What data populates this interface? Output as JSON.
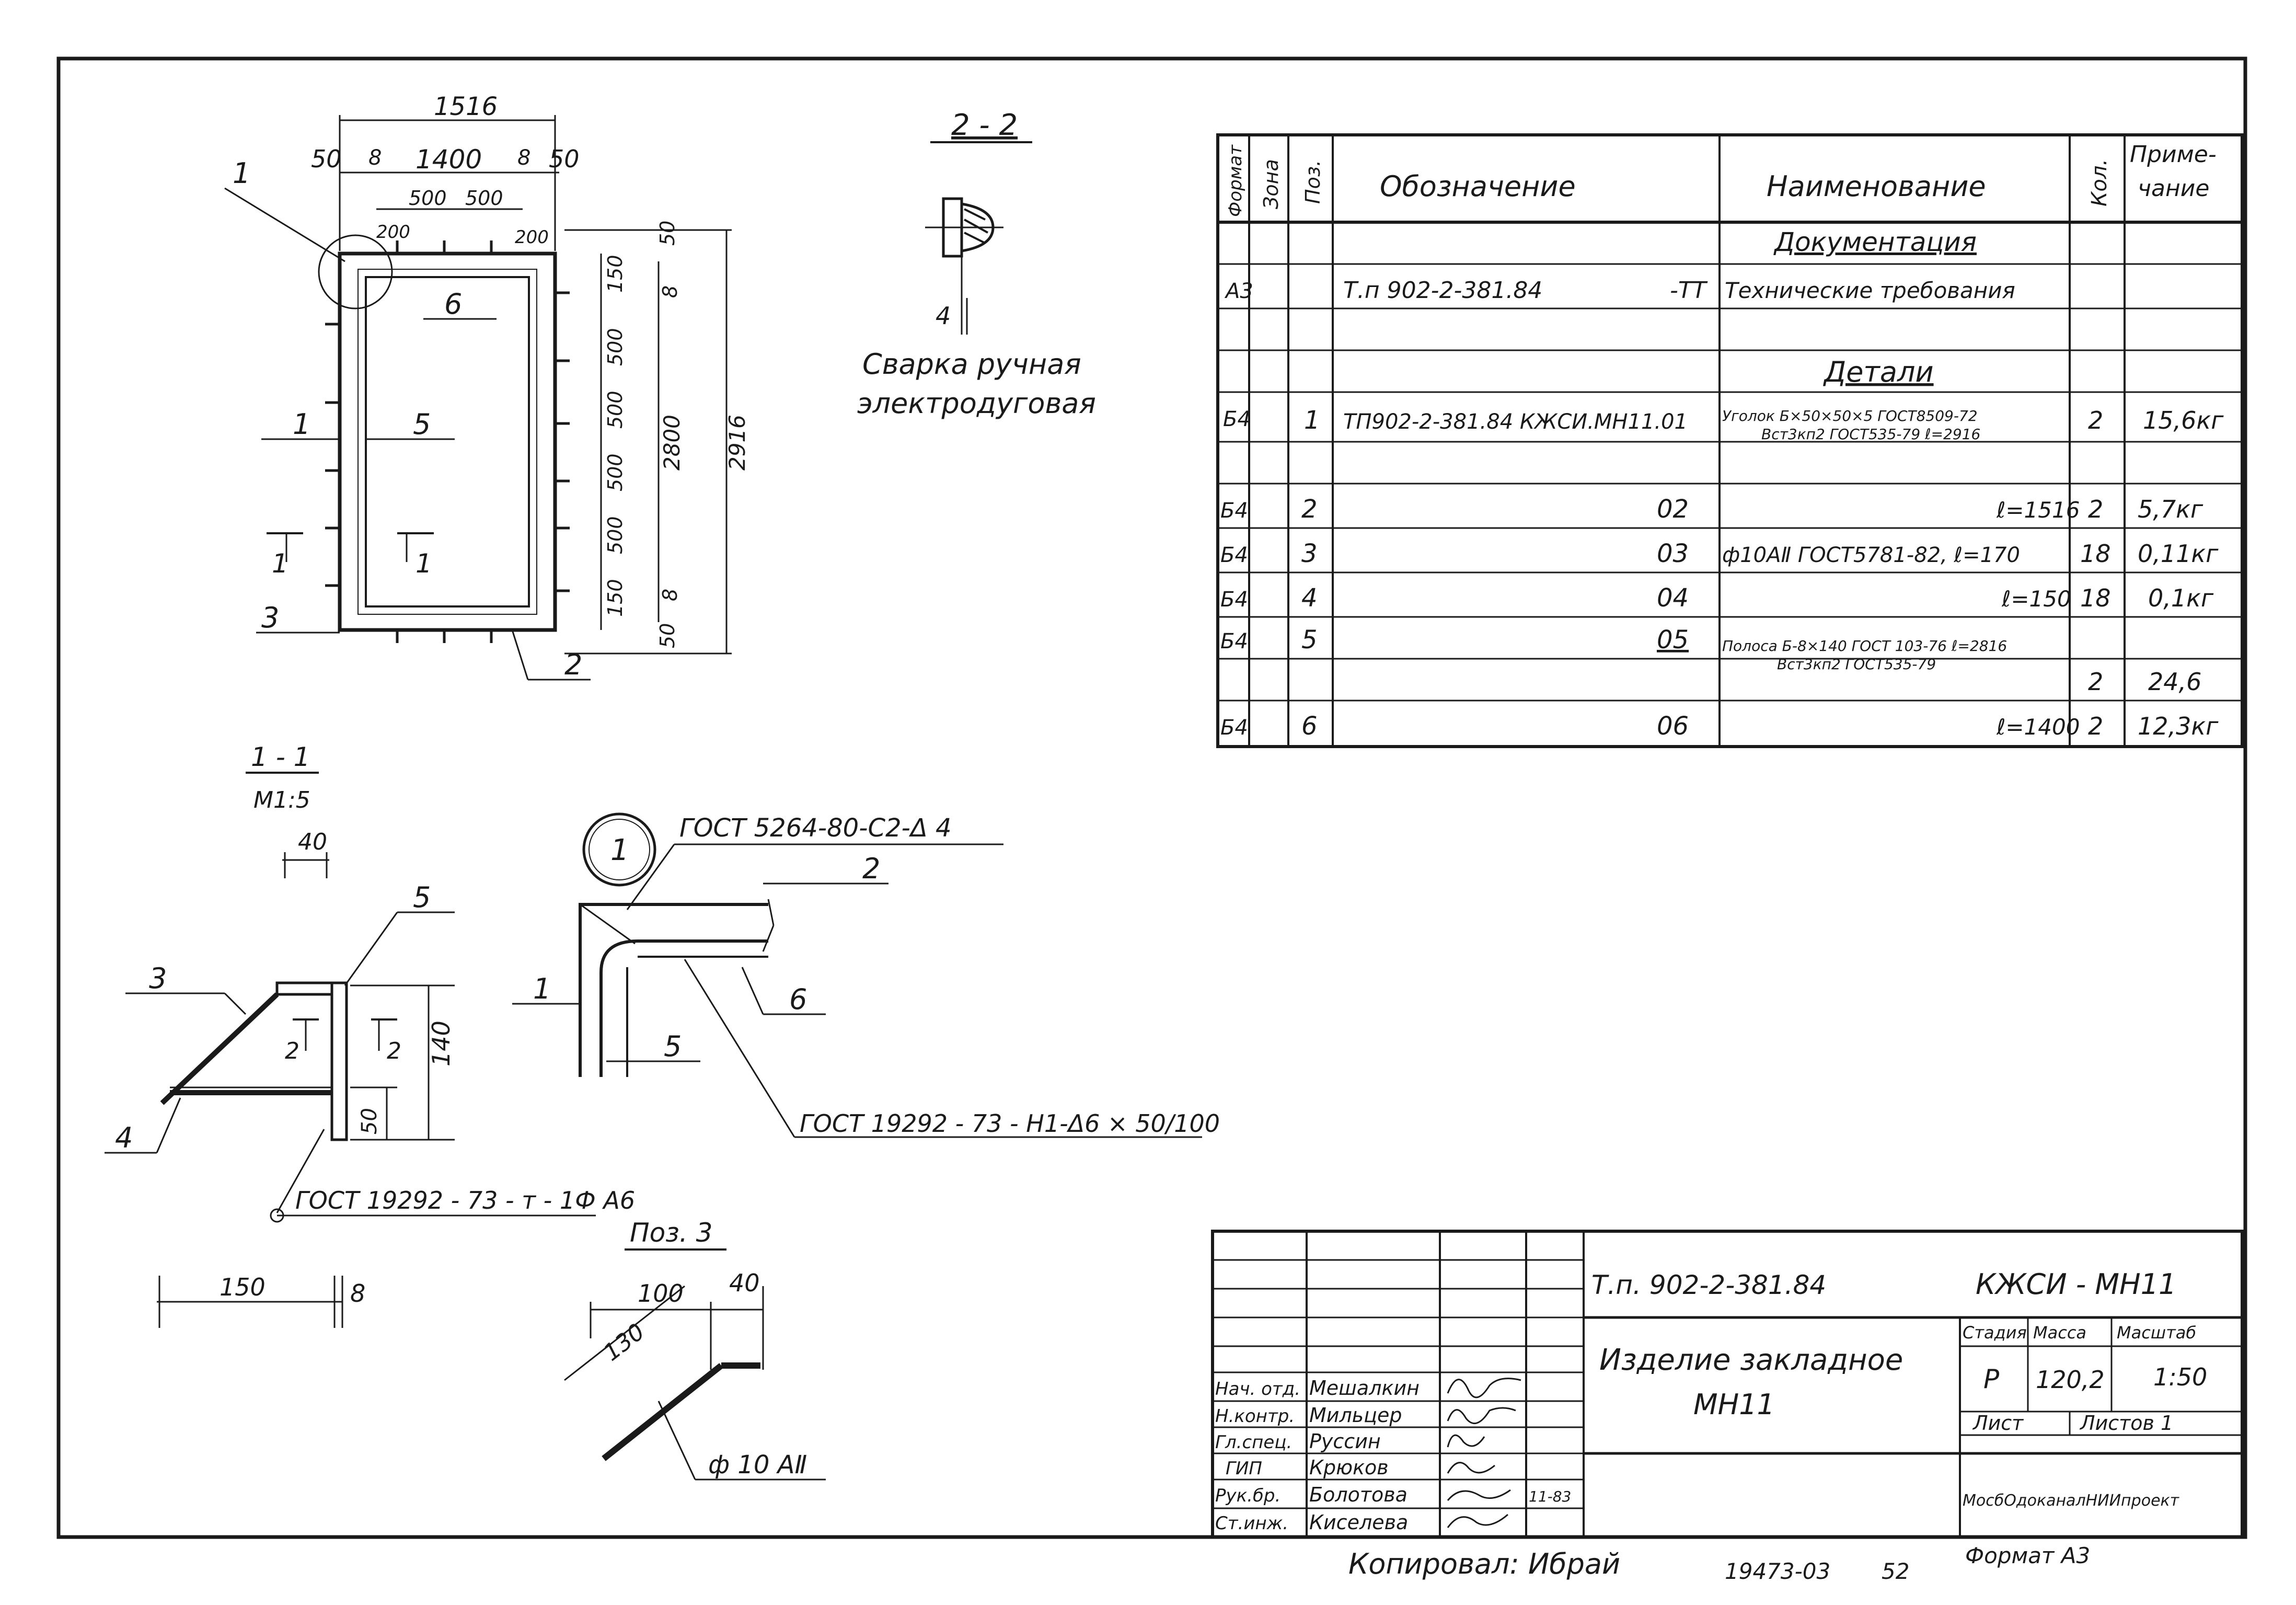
{
  "drawing": {
    "frame_note": "Копировал: Ибрай",
    "archive_no": "19473-03",
    "sheet_code": "52",
    "format_note": "Формат А3"
  },
  "plan": {
    "dims": {
      "overall_width": "1516",
      "edge_left": "50",
      "gap_left": "8",
      "inner": "1400",
      "gap_right": "8",
      "edge_right": "50",
      "step1": "500",
      "step2": "500",
      "inset_left": "200",
      "inset_right": "200",
      "v_top": "50",
      "v_150a": "150",
      "v_8a": "8",
      "v_500a": "500",
      "v_500b": "500",
      "v_500c": "500",
      "v_500d": "500",
      "v_150b": "150",
      "v_8b": "8",
      "v_bottom": "50",
      "v_2800": "2800",
      "v_2916": "2916"
    },
    "callouts": [
      "1",
      "6",
      "1",
      "5",
      "1",
      "1",
      "3",
      "2"
    ]
  },
  "section22": {
    "title": "2 - 2",
    "weld_leader": "4",
    "weld_note_line1": "Сварка ручная",
    "weld_note_line2": "электродуговая"
  },
  "section11": {
    "title": "1 - 1",
    "scale": "М1:5",
    "dim_40": "40",
    "dim_140": "140",
    "dim_50": "50",
    "callouts": [
      "3",
      "5",
      "4",
      "2"
    ],
    "gost_note": "ГОСТ 19292 - 73 - т - 1Ф А6"
  },
  "detail1": {
    "label": "1",
    "gost_top": "ГОСТ 5264-80-С2-Δ 4",
    "gost_bottom": "ГОСТ 19292 - 73 - Н1-Δ6 × 50/100",
    "callouts": [
      "2",
      "1",
      "6",
      "5"
    ]
  },
  "pos3": {
    "title": "Поз. 3",
    "dim_100": "100",
    "dim_40": "40",
    "dim_130": "130",
    "rebar": "ф 10 АⅡ"
  },
  "bar150": {
    "len": "150",
    "thick": "8"
  },
  "spec": {
    "headers": {
      "format": "Формат",
      "zone": "Зона",
      "pos": "Поз.",
      "designation": "Обозначение",
      "name": "Наименование",
      "qty": "Кол.",
      "note_line1": "Приме-",
      "note_line2": "чание"
    },
    "rows": [
      {
        "format": "",
        "zone": "",
        "pos": "",
        "designation": "",
        "designation_suffix": "",
        "name": "Документация",
        "name2": "",
        "qty": "",
        "note": ""
      },
      {
        "format": "А3",
        "zone": "",
        "pos": "",
        "designation": "Т.п 902-2-381.84",
        "designation_suffix": "-ТТ",
        "name": "Технические требования",
        "name2": "",
        "qty": "",
        "note": ""
      },
      {
        "format": "",
        "zone": "",
        "pos": "",
        "designation": "",
        "designation_suffix": "",
        "name": "",
        "name2": "",
        "qty": "",
        "note": ""
      },
      {
        "format": "",
        "zone": "",
        "pos": "",
        "designation": "",
        "designation_suffix": "",
        "name": "Детали",
        "name2": "",
        "qty": "",
        "note": ""
      },
      {
        "format": "Б4",
        "zone": "",
        "pos": "1",
        "designation": "ТП902-2-381.84 КЖСИ.МН11.01",
        "designation_suffix": "",
        "name": "Уголок Б×50×50×5 ГОСТ8509-72",
        "name2": "Вст3кп2 ГОСТ535-79  ℓ=2916",
        "qty": "2",
        "note": "15,6кг"
      },
      {
        "format": "",
        "zone": "",
        "pos": "",
        "designation": "",
        "designation_suffix": "",
        "name": "",
        "name2": "",
        "qty": "",
        "note": ""
      },
      {
        "format": "Б4",
        "zone": "",
        "pos": "2",
        "designation": "02",
        "designation_suffix": "",
        "name": "ℓ=1516",
        "name2": "",
        "qty": "2",
        "note": "5,7кг"
      },
      {
        "format": "Б4",
        "zone": "",
        "pos": "3",
        "designation": "03",
        "designation_suffix": "",
        "name": "ф10АⅡ ГОСТ5781-82,  ℓ=170",
        "name2": "",
        "qty": "18",
        "note": "0,11кг"
      },
      {
        "format": "Б4",
        "zone": "",
        "pos": "4",
        "designation": "04",
        "designation_suffix": "",
        "name": "ℓ=150",
        "name2": "",
        "qty": "18",
        "note": "0,1кг"
      },
      {
        "format": "Б4",
        "zone": "",
        "pos": "5",
        "designation": "05",
        "designation_suffix": "",
        "name": "Полоса Б-8×140 ГОСТ 103-76  ℓ=2816",
        "name2": "Вст3кп2 ГОСТ535-79",
        "qty": "2",
        "note": "24,6"
      },
      {
        "format": "Б4",
        "zone": "",
        "pos": "6",
        "designation": "06",
        "designation_suffix": "",
        "name": "ℓ=1400",
        "name2": "",
        "qty": "2",
        "note": "12,3кг"
      }
    ]
  },
  "title_block": {
    "project": "Т.п. 902-2-381.84",
    "code": "КЖСИ - МН11",
    "name_line1": "Изделие закладное",
    "name_line2": "МН11",
    "stage_label": "Стадия",
    "mass_label": "Масса",
    "scale_label": "Масштаб",
    "stage": "Р",
    "mass": "120,2",
    "scale": "1:50",
    "sheet_label": "Лист",
    "sheets_label": "Листов 1",
    "org": "МосбОдоканалНИИпроект",
    "signers": [
      {
        "role": "Нач. отд.",
        "name": "Мешалкин",
        "date": ""
      },
      {
        "role": "Н.контр.",
        "name": "Мильцер",
        "date": ""
      },
      {
        "role": "Гл.спец.",
        "name": "Руссин",
        "date": ""
      },
      {
        "role": "ГИП",
        "name": "Крюков",
        "date": ""
      },
      {
        "role": "Рук.бр.",
        "name": "Болотова",
        "date": "11-83"
      },
      {
        "role": "Ст.инж.",
        "name": "Киселева",
        "date": ""
      }
    ]
  }
}
